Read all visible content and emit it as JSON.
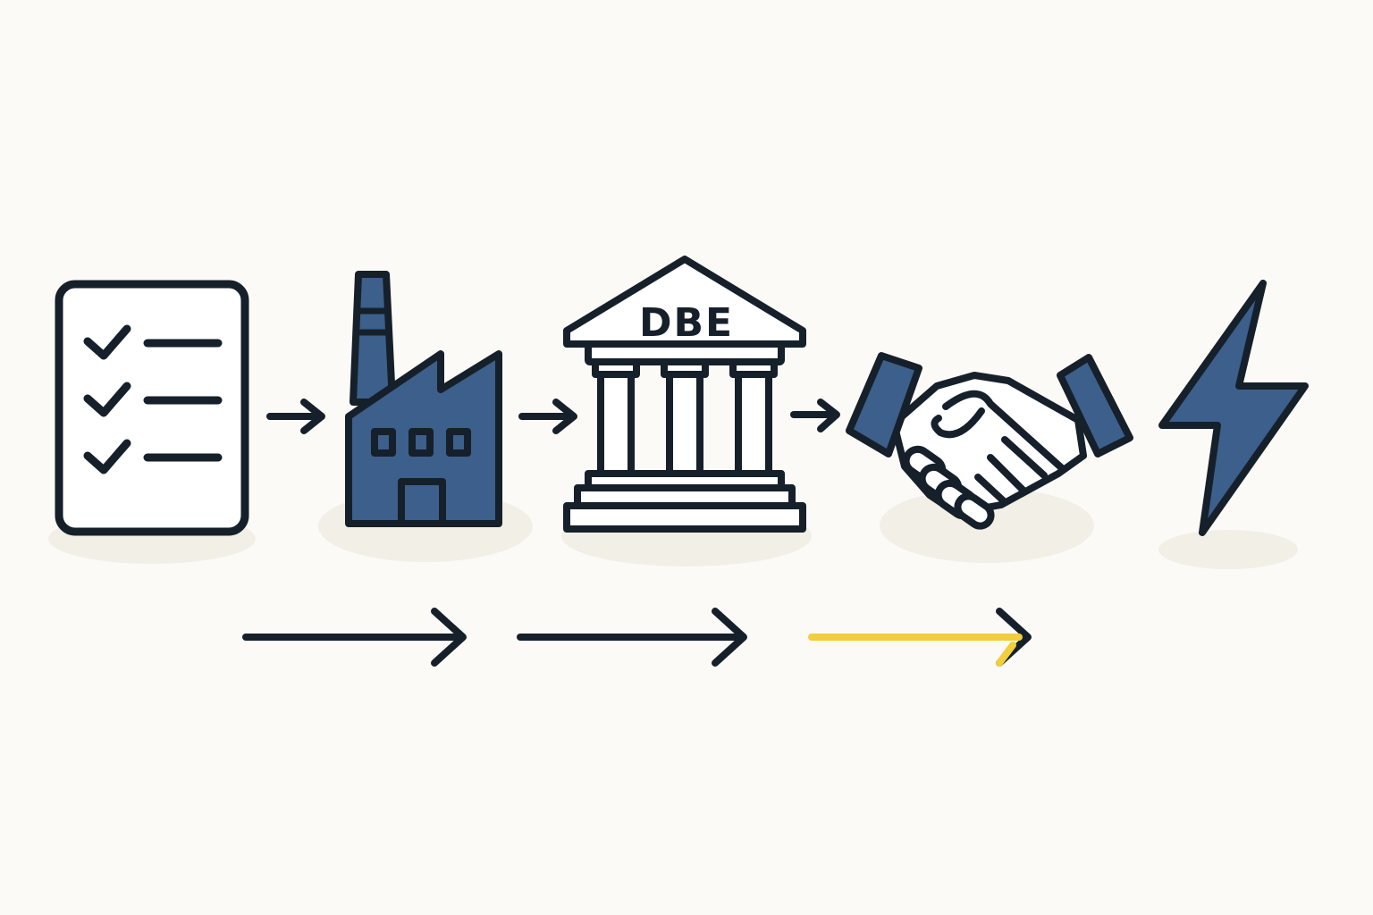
{
  "diagram": {
    "steps": [
      {
        "id": "checklist",
        "icon": "checklist-icon"
      },
      {
        "id": "factory",
        "icon": "factory-icon"
      },
      {
        "id": "bank",
        "icon": "bank-building-icon",
        "label": "DBE"
      },
      {
        "id": "handshake",
        "icon": "handshake-icon"
      },
      {
        "id": "energy",
        "icon": "lightning-bolt-icon"
      }
    ],
    "small_arrows": 3,
    "long_arrows": [
      {
        "icon": "arrow-right-icon",
        "color": "#16202a"
      },
      {
        "icon": "arrow-right-icon",
        "color": "#16202a"
      },
      {
        "icon": "arrow-right-icon",
        "color": "#f2cd3c"
      }
    ]
  },
  "colors": {
    "background": "#fbfaf7",
    "stroke": "#16202a",
    "brand_blue": "#3c5f8c",
    "accent_yellow": "#f2cd3c",
    "shadow": "#f1efe6"
  }
}
